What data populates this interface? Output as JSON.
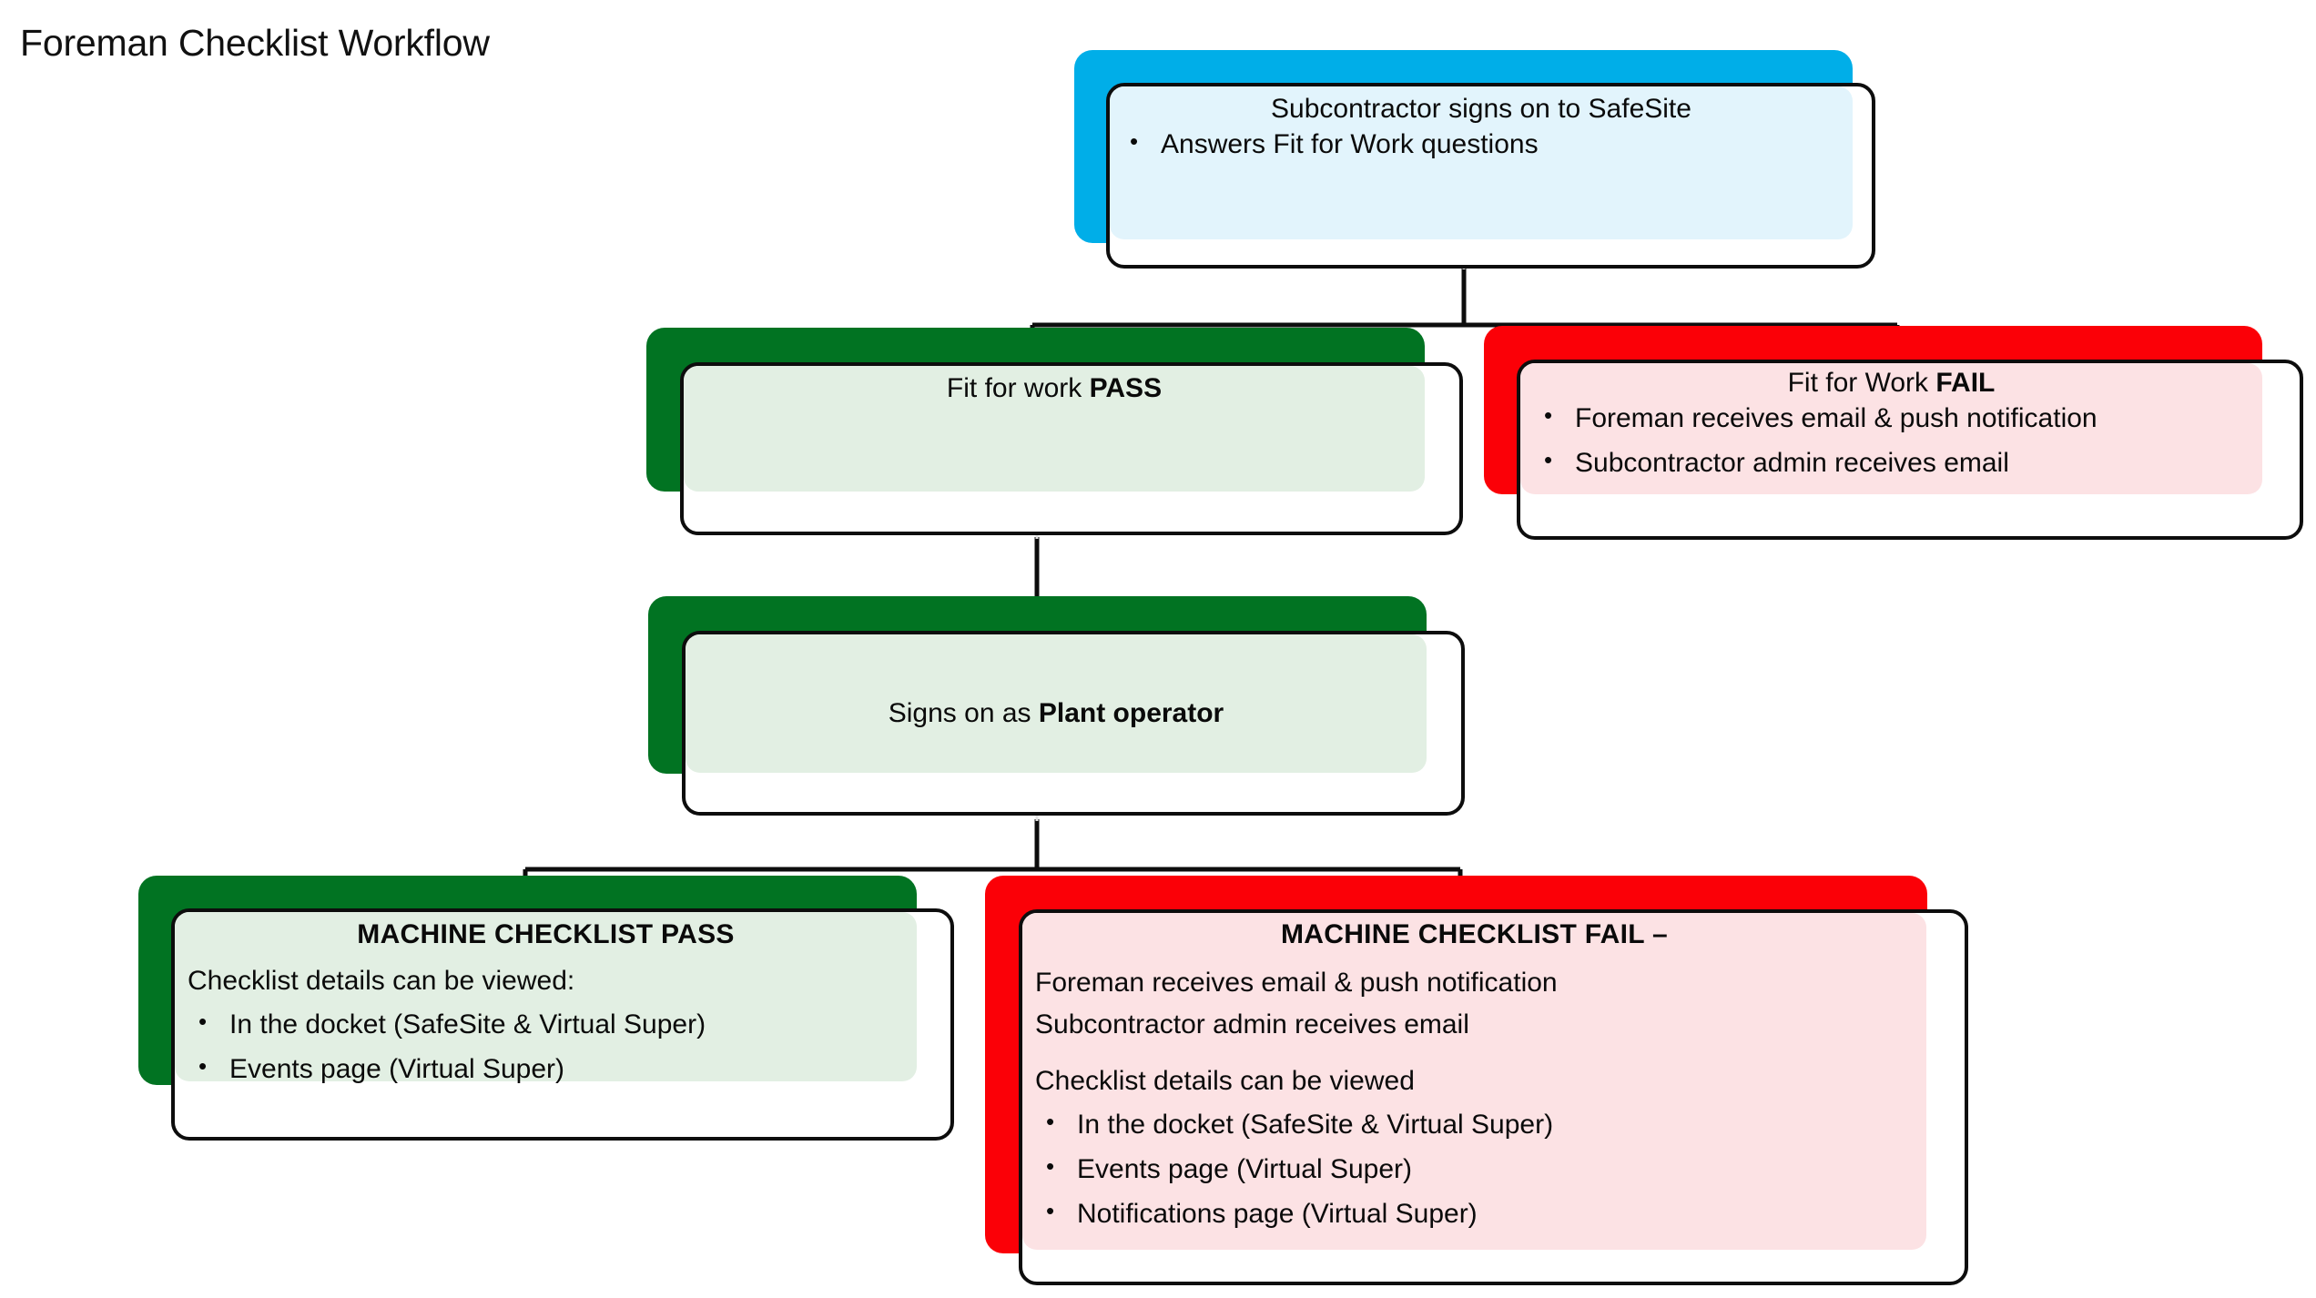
{
  "page": {
    "title": "Foreman Checklist Workflow"
  },
  "colors": {
    "blue_slab": "#00AEE8",
    "blue_fill": "#E2F4FC",
    "green_slab": "#017322",
    "green_fill": "#E2EFE3",
    "red_slab": "#FB0007",
    "red_fill": "#FCE2E4",
    "outline": "#0D0D0D",
    "text": "#0A0A0A"
  },
  "nodes": {
    "signon": {
      "theme": "blue",
      "heading": "Subcontractor signs on to SafeSite",
      "bullets": [
        "Answers Fit for Work questions"
      ]
    },
    "fit_pass": {
      "theme": "green",
      "heading_plain": "Fit for work ",
      "heading_bold": "PASS"
    },
    "fit_fail": {
      "theme": "red",
      "heading_plain": "Fit for Work ",
      "heading_bold": "FAIL",
      "bullets": [
        "Foreman receives email & push notification",
        "Subcontractor admin receives email"
      ]
    },
    "operator": {
      "theme": "green",
      "heading_plain": "Signs on as ",
      "heading_bold": "Plant operator"
    },
    "machine_pass": {
      "theme": "green",
      "heading": "MACHINE CHECKLIST PASS",
      "lead": "Checklist details can be viewed:",
      "bullets": [
        "In the docket (SafeSite & Virtual Super)",
        "Events page (Virtual Super)"
      ]
    },
    "machine_fail": {
      "theme": "red",
      "heading": "MACHINE CHECKLIST FAIL –",
      "lines": [
        "Foreman receives email & push notification",
        "Subcontractor admin receives email"
      ],
      "lead": "Checklist details can be viewed",
      "bullets": [
        "In the docket (SafeSite & Virtual Super)",
        "Events page (Virtual Super)",
        "Notifications page (Virtual Super)"
      ]
    }
  }
}
